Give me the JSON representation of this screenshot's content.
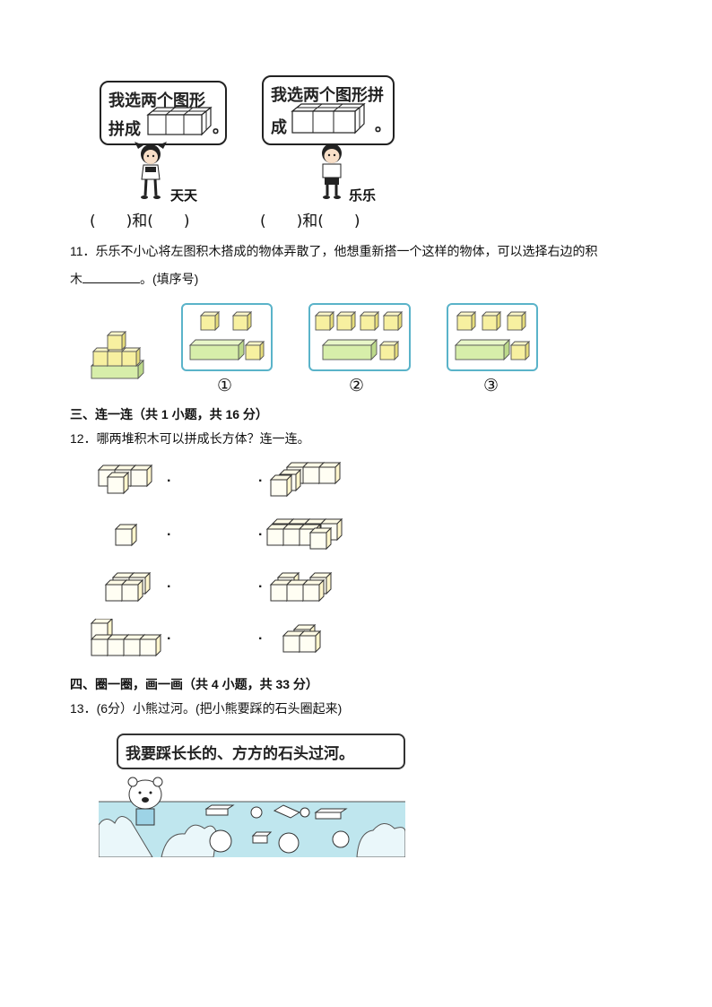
{
  "q10": {
    "left_bubble_line1": "我选两个图形",
    "left_bubble_line2_pre": "拼成",
    "left_bubble_line2_post": "。",
    "right_bubble_line1": "我选两个图形拼",
    "right_bubble_line2_pre": "成",
    "right_bubble_line2_post": "。",
    "left_name": "天天",
    "right_name": "乐乐",
    "left_blanks": "(　　)和(　　)",
    "right_blanks": "(　　)和(　　)"
  },
  "q11": {
    "line1": "11．乐乐不小心将左图积木搭成的物体弄散了，他想重新搭一个这样的物体，可以选择右边的积",
    "line2_pre": "木",
    "line2_post": "。(填序号)",
    "options": [
      "①",
      "②",
      "③"
    ]
  },
  "section3": {
    "heading": "三、连一连（共 1 小题，共 16 分）",
    "q12": "12．哪两堆积木可以拼成长方体？连一连。"
  },
  "section4": {
    "heading": "四、圈一圈，画一画（共 4 小题，共 33 分）",
    "q13": "13．(6分）小熊过河。(把小熊要踩的石头圈起来)",
    "speech": "我要踩长长的、方方的石头过河。"
  },
  "colors": {
    "cube_fill": "#f7f0a0",
    "cuboid_fill": "#d7eeaa",
    "box_border": "#5ab3c9",
    "river": "#bfe6ee"
  }
}
